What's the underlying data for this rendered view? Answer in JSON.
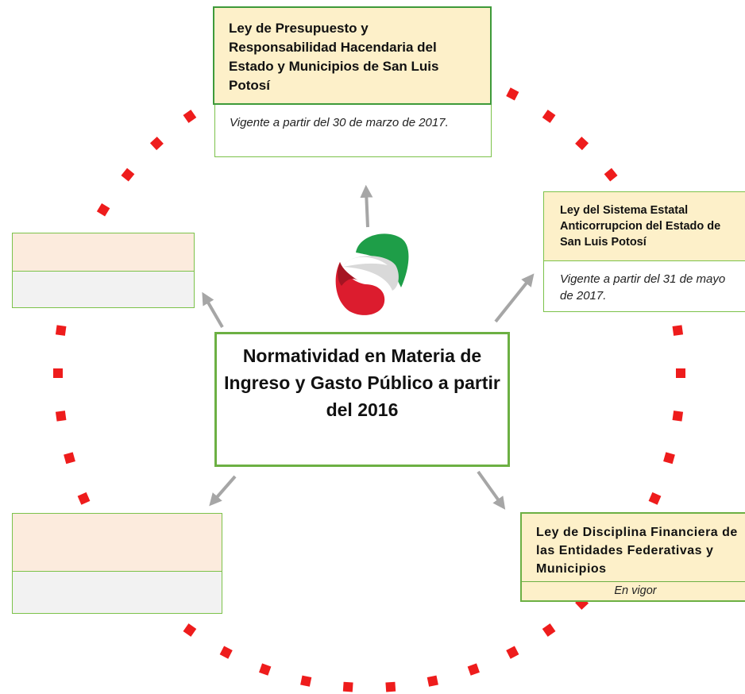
{
  "center": {
    "title": "Normatividad en Materia de Ingreso y Gasto Público a partir del 2016"
  },
  "boxes": {
    "top": {
      "title": "Ley de Presupuesto y Responsabilidad Hacendaria del Estado y Municipios de San Luis Potosí",
      "note": "Vigente a partir del 30 de marzo de 2017."
    },
    "right_top": {
      "title": "Ley del Sistema Estatal Anticorrupcion del Estado de San Luis Potosí",
      "note": "Vigente a partir del 31 de mayo de  2017."
    },
    "right_bottom": {
      "title": "Ley de Disciplina Financiera de las Entidades Federativas y Municipios",
      "note": "En vigor"
    },
    "left_top": {
      "title": "",
      "note": ""
    },
    "left_bottom": {
      "title": "",
      "note": ""
    }
  },
  "logo": {
    "icon": "state-logo-icon",
    "colors": [
      "#1e9e48",
      "#d7d7d7",
      "#dc1c2e"
    ]
  },
  "colors": {
    "dotted_ring": "#ee1c1c",
    "arrows": "#a6a6a6",
    "box_border": "#6cb043",
    "header_fill": "#fdf0c9",
    "left_header_fill": "#fcebdd",
    "left_footer_fill": "#f2f2f2"
  }
}
